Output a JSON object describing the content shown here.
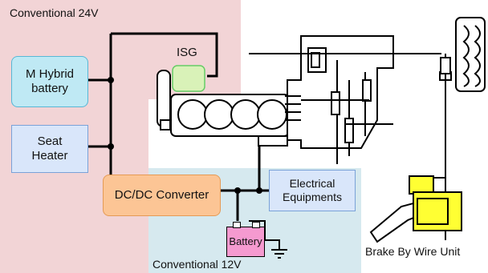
{
  "regions": {
    "conventional_24v": "Conventional 24V",
    "conventional_12v": "Conventional 12V"
  },
  "components": {
    "m_hybrid_battery": "M Hybrid battery",
    "seat_heater": "Seat Heater",
    "dcdc_converter": "DC/DC Converter",
    "electrical_equipments": "Electrical Equipments",
    "battery": "Battery",
    "isg": "ISG",
    "brake_by_wire_unit": "Brake By Wire Unit"
  },
  "colors": {
    "region_24v": "#f2d4d6",
    "region_12v": "#d6e9ef",
    "m_hybrid_fill": "#bfe9f4",
    "seat_heater_fill": "#d9e6fa",
    "dcdc_fill": "#fcc595",
    "electrical_fill": "#d9e6fa",
    "battery_fill": "#f59ad0",
    "isg_fill": "#d9f2b8",
    "brake_unit_fill": "#ffff33"
  }
}
